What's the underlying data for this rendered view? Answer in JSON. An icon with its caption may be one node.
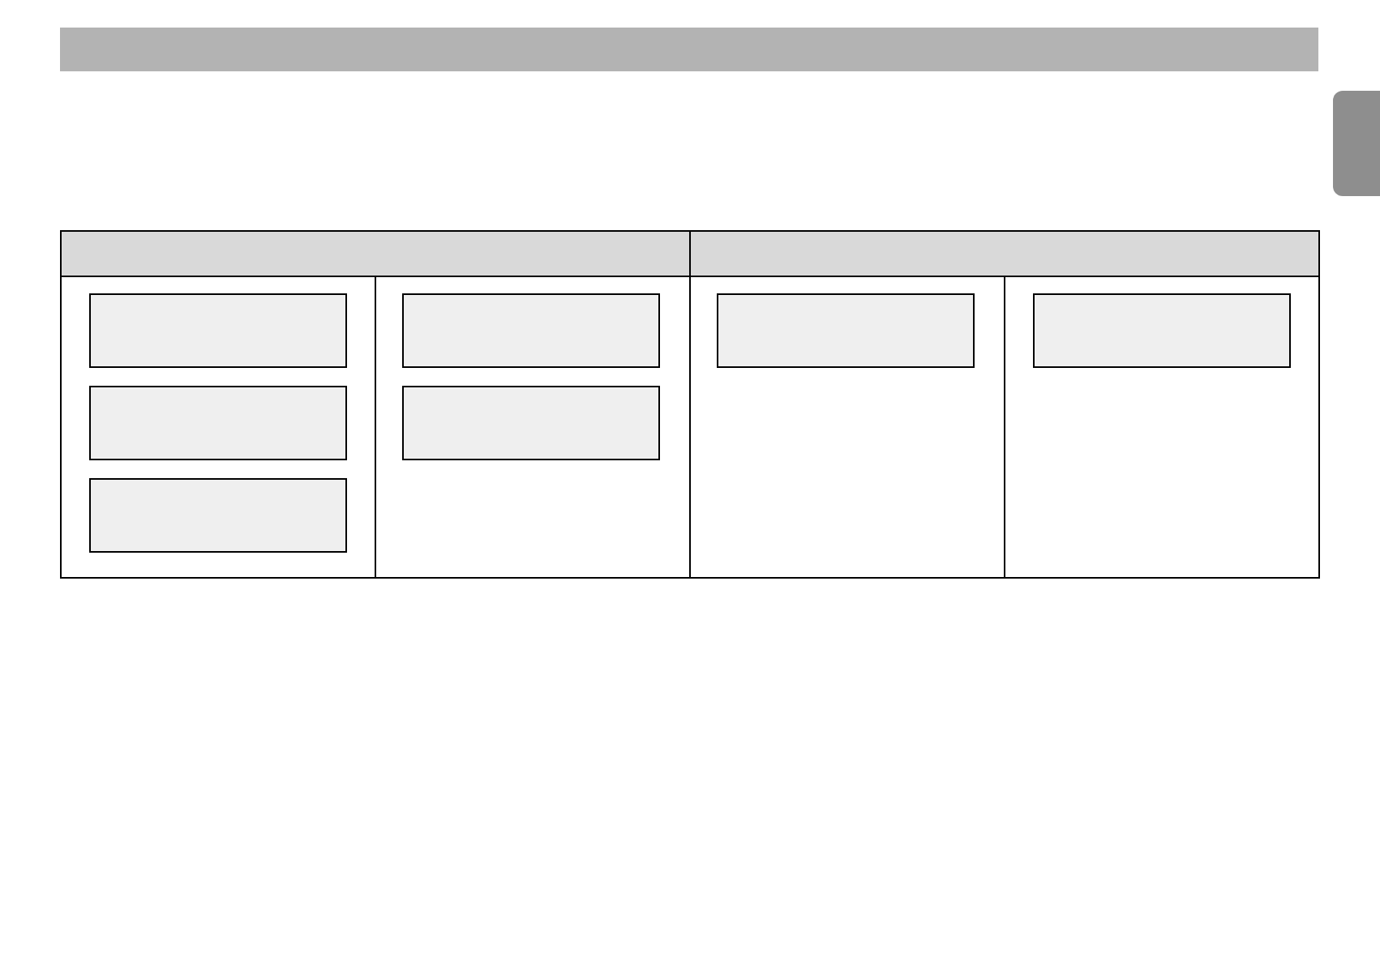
{
  "diagram": {
    "nodes": [
      {
        "text": [],
        "shape": "bar"
      },
      {
        "text": [],
        "shape": "box"
      },
      {
        "text": [],
        "shape": "box"
      },
      {
        "text": [],
        "shape": "box"
      },
      {
        "text": [],
        "shape": "box"
      },
      {
        "text": [],
        "shape": "box"
      },
      {
        "text": [],
        "shape": "box"
      },
      {
        "text": [],
        "shape": "box"
      }
    ]
  }
}
